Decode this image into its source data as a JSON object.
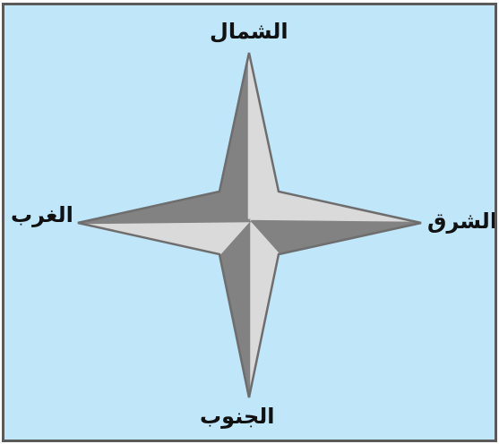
{
  "diagram": {
    "labels": {
      "north": "الشمال",
      "south": "الجنوب",
      "west": "الغرب",
      "east": "الشرق"
    },
    "colors": {
      "background": "#bfe6f9",
      "frame": "#5a5a5a",
      "star_dark": "#828282",
      "star_light": "#dadada",
      "star_outline": "#6e6e6e",
      "text": "#111111"
    }
  }
}
